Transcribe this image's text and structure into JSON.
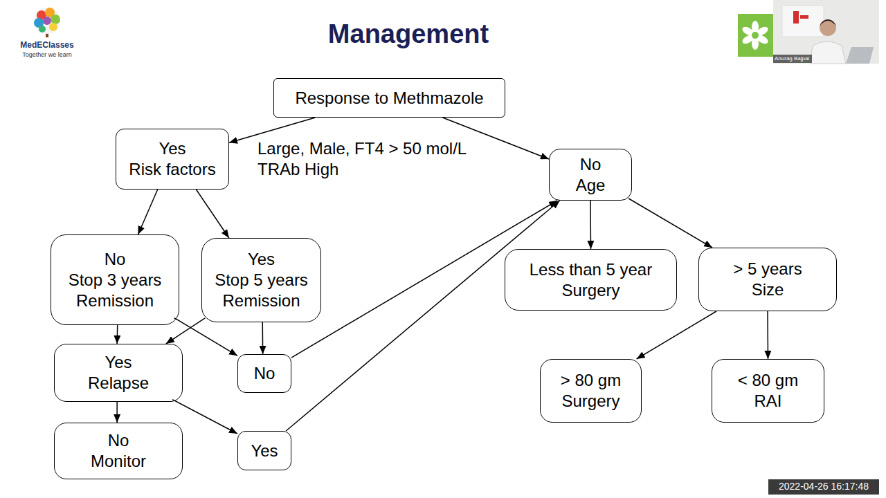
{
  "diagram": {
    "title": "Management",
    "nodes": [
      {
        "text": [
          "Response to Methmazole"
        ]
      },
      {
        "text": [
          "Yes",
          "Risk factors"
        ]
      },
      {
        "text": [
          "No",
          "Age"
        ]
      },
      {
        "text": [
          "No",
          "Stop 3 years Remission"
        ]
      },
      {
        "text": [
          "Yes",
          "Stop 5 years Remission"
        ]
      },
      {
        "text": [
          "Less than 5 year",
          "Surgery"
        ]
      },
      {
        "text": [
          "> 5 years",
          "Size"
        ]
      },
      {
        "text": [
          "Yes",
          "Relapse"
        ]
      },
      {
        "text": [
          "No"
        ]
      },
      {
        "text": [
          "> 80 gm",
          "Surgery"
        ]
      },
      {
        "text": [
          "< 80 gm",
          "RAI"
        ]
      },
      {
        "text": [
          "No",
          "Monitor"
        ]
      },
      {
        "text": [
          "Yes"
        ]
      }
    ],
    "edges": [
      {
        "from": 0,
        "to": 1,
        "arrow": "to",
        "label": "Large, Male, FT4 > 50 mol/L TRAb High"
      },
      {
        "from": 0,
        "to": 2,
        "arrow": "to"
      },
      {
        "from": 1,
        "to": 3,
        "arrow": "to"
      },
      {
        "from": 1,
        "to": 4,
        "arrow": "to"
      },
      {
        "from": 3,
        "to": 7,
        "arrow": "to"
      },
      {
        "from": 3,
        "to": 8,
        "arrow": "to"
      },
      {
        "from": 4,
        "to": 7,
        "arrow": "to"
      },
      {
        "from": 4,
        "to": 8,
        "arrow": "to"
      },
      {
        "from": 8,
        "to": 2,
        "arrow": "to"
      },
      {
        "from": 7,
        "to": 11,
        "arrow": "to"
      },
      {
        "from": 7,
        "to": 12,
        "arrow": "to"
      },
      {
        "from": 12,
        "to": 2,
        "arrow": "to"
      },
      {
        "from": 2,
        "to": 5,
        "arrow": "to"
      },
      {
        "from": 2,
        "to": 6,
        "arrow": "to"
      },
      {
        "from": 6,
        "to": 9,
        "arrow": "to"
      },
      {
        "from": 6,
        "to": 10,
        "arrow": "to"
      }
    ],
    "labels": [
      "MedEClasses",
      "Together we learn",
      "Anurag Bajpai",
      "2022-04-26 16:17:48"
    ]
  }
}
